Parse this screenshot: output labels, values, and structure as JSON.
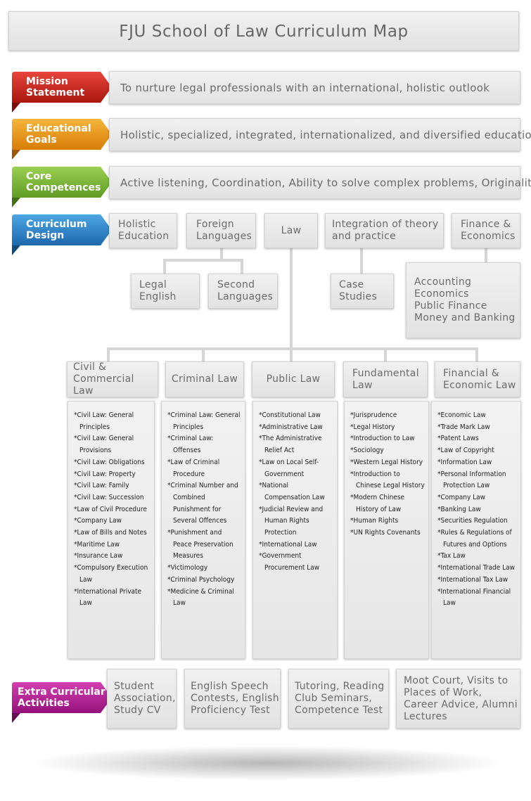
{
  "title": "FJU School of Law Curriculum Map",
  "rows": {
    "mission": {
      "label": "Mission\nStatement",
      "text": "To nurture legal professionals with an international, holistic outlook",
      "color": "#c0251d"
    },
    "goals": {
      "label": "Educational\nGoals",
      "text": "Holistic, specialized, integrated, internationalized, and diversified education",
      "color": "#e8950f"
    },
    "competences": {
      "label": "Core\nCompetences",
      "text": "Active listening, Coordination, Ability to solve complex problems, Originality",
      "color": "#7ab636"
    },
    "design": {
      "label": "Curriculum\nDesign",
      "color": "#2a83c8"
    },
    "extra": {
      "label": "Extra Curricular\nActivities",
      "color": "#b0198e"
    }
  },
  "design": {
    "holistic": "Holistic\nEducation",
    "foreign": "Foreign\nLanguages",
    "law": "Law",
    "integration": "Integration of theory\nand practice",
    "finance": "Finance &\nEconomics",
    "legal_english": "Legal\nEnglish",
    "second_languages": "Second\nLanguages",
    "case_studies": "Case\nStudies",
    "finance_list": "Accounting\nEconomics\nPublic Finance\nMoney and Banking"
  },
  "columns": [
    {
      "header": "Civil &\nCommercial Law",
      "items": [
        "*Civil Law: General Principles",
        "*Civil Law: General Provisions",
        "*Civil Law: Obligations",
        "*Civil Law: Property",
        "*Civil Law: Family",
        "*Civil Law: Succession",
        "*Law of Civil Procedure",
        "*Company Law",
        "*Law of Bills and Notes",
        "*Maritime Law",
        "*Insurance Law",
        "*Compulsory Execution Law",
        "*International Private Law"
      ]
    },
    {
      "header": "Criminal Law",
      "items": [
        "*Criminal Law: General Principles",
        "*Criminal Law: Offenses",
        "*Law of Criminal Procedure",
        "*Criminal Number and Combined Punishment for Several Offences",
        "*Punishment and Peace Preservation Measures",
        "*Victimology",
        "*Criminal Psychology",
        "*Medicine & Criminal Law"
      ]
    },
    {
      "header": "Public Law",
      "items": [
        "*Constitutional Law",
        "*Administrative Law",
        "*The Administrative Relief Act",
        "*Law on Local Self-Government",
        "*National Compensation Law",
        "*Judicial Review and Human Rights Protection",
        "*International Law",
        "*Government Procurement Law"
      ]
    },
    {
      "header": "Fundamental\nLaw",
      "items": [
        "*Jurisprudence",
        "*Legal History",
        "*Introduction to Law",
        "*Sociology",
        "*Western Legal History",
        "*Introduction to Chinese Legal History",
        "*Modern Chinese History of Law",
        "*Human Rights",
        "*UN Rights Covenants"
      ]
    },
    {
      "header": "Financial &\nEconomic Law",
      "items": [
        "*Economic Law",
        "*Trade Mark Law",
        "*Patent Laws",
        "*Law of Copyright",
        "*Information Law",
        "*Personal Information Protection Law",
        "*Company Law",
        "*Banking Law",
        "*Securities Regulation",
        "*Rules & Regulations of Futures and Options",
        "*Tax Law",
        "*International Trade Law",
        "*International Tax Law",
        "*International Financial Law"
      ]
    }
  ],
  "activities": [
    "Student\nAssociation,\nStudy CV",
    "English Speech\nContests, English\nProficiency Test",
    "Tutoring, Reading\nClub Seminars,\nCompetence Test",
    "Moot Court, Visits to\nPlaces of Work,\nCareer Advice, Alumni\nLectures"
  ]
}
